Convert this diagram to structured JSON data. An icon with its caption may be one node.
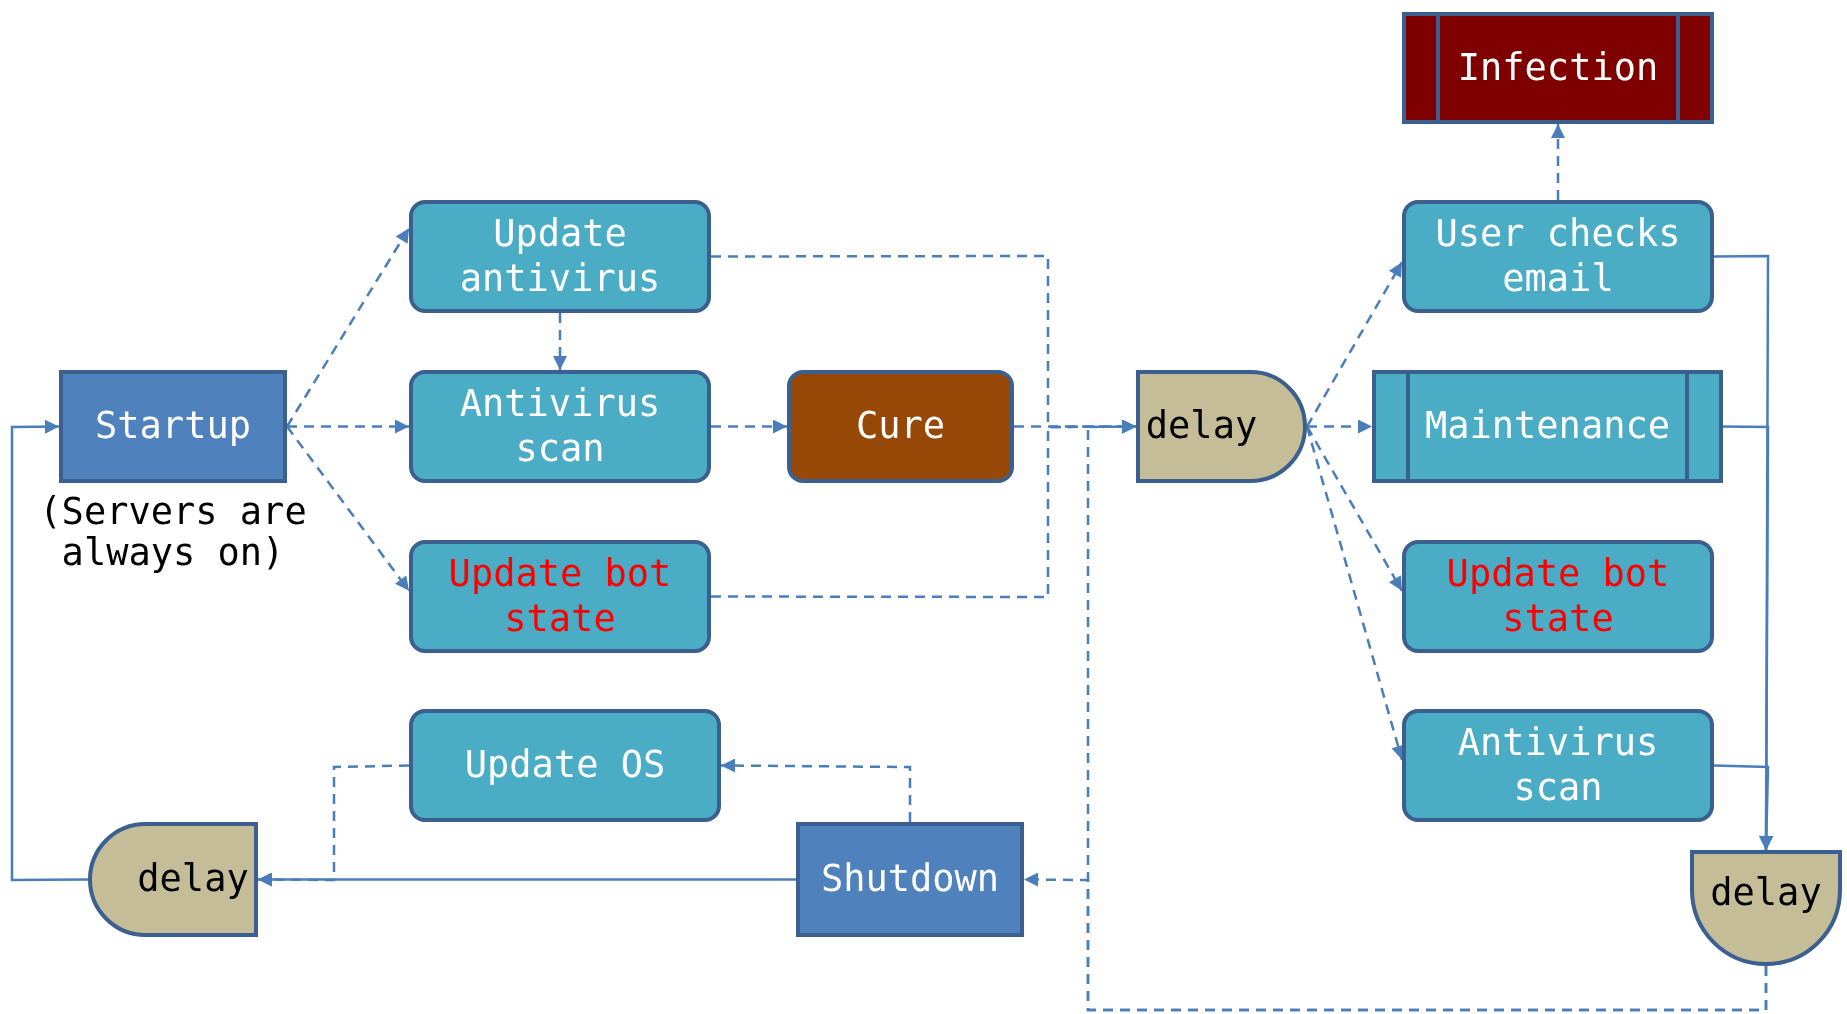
{
  "diagram": {
    "nodes": [
      {
        "text": [
          "Infection"
        ]
      },
      {
        "text": [
          "Update antivirus"
        ]
      },
      {
        "text": [
          "User checks email"
        ]
      },
      {
        "text": [
          "Startup"
        ],
        "beside": [
          "(Servers are always on)"
        ]
      },
      {
        "text": [
          "Antivirus scan"
        ]
      },
      {
        "text": [
          "Cure"
        ]
      },
      {
        "text": [
          "delay"
        ]
      },
      {
        "text": [
          "Maintenance"
        ]
      },
      {
        "text": [
          "Update bot state"
        ]
      },
      {
        "text": [
          "Update bot state"
        ]
      },
      {
        "text": [
          "Update OS"
        ]
      },
      {
        "text": [
          "Antivirus scan"
        ]
      },
      {
        "text": [
          "delay"
        ]
      },
      {
        "text": [
          "Shutdown"
        ]
      },
      {
        "text": [
          "delay"
        ]
      }
    ],
    "edges": [
      {
        "from": 3,
        "to": 1,
        "arrow": "to",
        "style": "dashed"
      },
      {
        "from": 3,
        "to": 4,
        "arrow": "to",
        "style": "dashed"
      },
      {
        "from": 3,
        "to": 8,
        "arrow": "to",
        "style": "dashed"
      },
      {
        "from": 1,
        "to": 4,
        "arrow": "to",
        "style": "dashed"
      },
      {
        "from": 4,
        "to": 5,
        "arrow": "to",
        "style": "dashed"
      },
      {
        "from": 5,
        "to": 6,
        "arrow": "to",
        "style": "dashed"
      },
      {
        "from": 1,
        "to": 6,
        "arrow": "to",
        "style": "dashed"
      },
      {
        "from": 8,
        "to": 6,
        "arrow": "to",
        "style": "dashed"
      },
      {
        "from": 6,
        "to": 2,
        "arrow": "to",
        "style": "dashed"
      },
      {
        "from": 6,
        "to": 7,
        "arrow": "to",
        "style": "dashed"
      },
      {
        "from": 6,
        "to": 9,
        "arrow": "to",
        "style": "dashed"
      },
      {
        "from": 6,
        "to": 11,
        "arrow": "to",
        "style": "dashed"
      },
      {
        "from": 2,
        "to": 0,
        "arrow": "to",
        "style": "dashed"
      },
      {
        "from": 2,
        "to": 14,
        "arrow": "to"
      },
      {
        "from": 7,
        "to": 14,
        "arrow": "to"
      },
      {
        "from": 11,
        "to": 14,
        "arrow": "to"
      },
      {
        "from": 14,
        "to": 6,
        "arrow": "to",
        "style": "dashed"
      },
      {
        "from": 14,
        "to": 13,
        "arrow": "to",
        "style": "dashed"
      },
      {
        "from": 13,
        "to": 10,
        "arrow": "to",
        "style": "dashed"
      },
      {
        "from": 10,
        "to": 12,
        "arrow": "to",
        "style": "dashed"
      },
      {
        "from": 13,
        "to": 12,
        "arrow": "to"
      },
      {
        "from": 12,
        "to": 3,
        "arrow": "to"
      }
    ]
  }
}
